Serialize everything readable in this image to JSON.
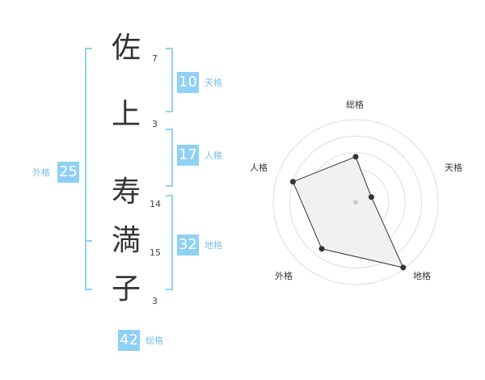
{
  "name": {
    "chars": [
      {
        "char": "佐",
        "strokes": "7"
      },
      {
        "char": "上",
        "strokes": "3"
      },
      {
        "char": "寿",
        "strokes": "14"
      },
      {
        "char": "満",
        "strokes": "15"
      },
      {
        "char": "子",
        "strokes": "3"
      }
    ]
  },
  "scores": {
    "tenkaku": {
      "value": "10",
      "label": "天格"
    },
    "jinkaku": {
      "value": "17",
      "label": "人格"
    },
    "chikaku": {
      "value": "32",
      "label": "地格"
    },
    "gaikaku": {
      "value": "25",
      "label": "外格"
    },
    "soukaku": {
      "value": "42",
      "label": "総格"
    }
  },
  "chart_data": {
    "type": "radar",
    "axes": [
      "総格",
      "天格",
      "地格",
      "外格",
      "人格"
    ],
    "values": [
      0.55,
      0.2,
      0.98,
      0.7,
      0.8
    ],
    "rings": 5,
    "colors": {
      "fill": "#eeeeee",
      "line": "#333333",
      "ring": "#dddddd",
      "accent": "#8fd1f5"
    }
  }
}
